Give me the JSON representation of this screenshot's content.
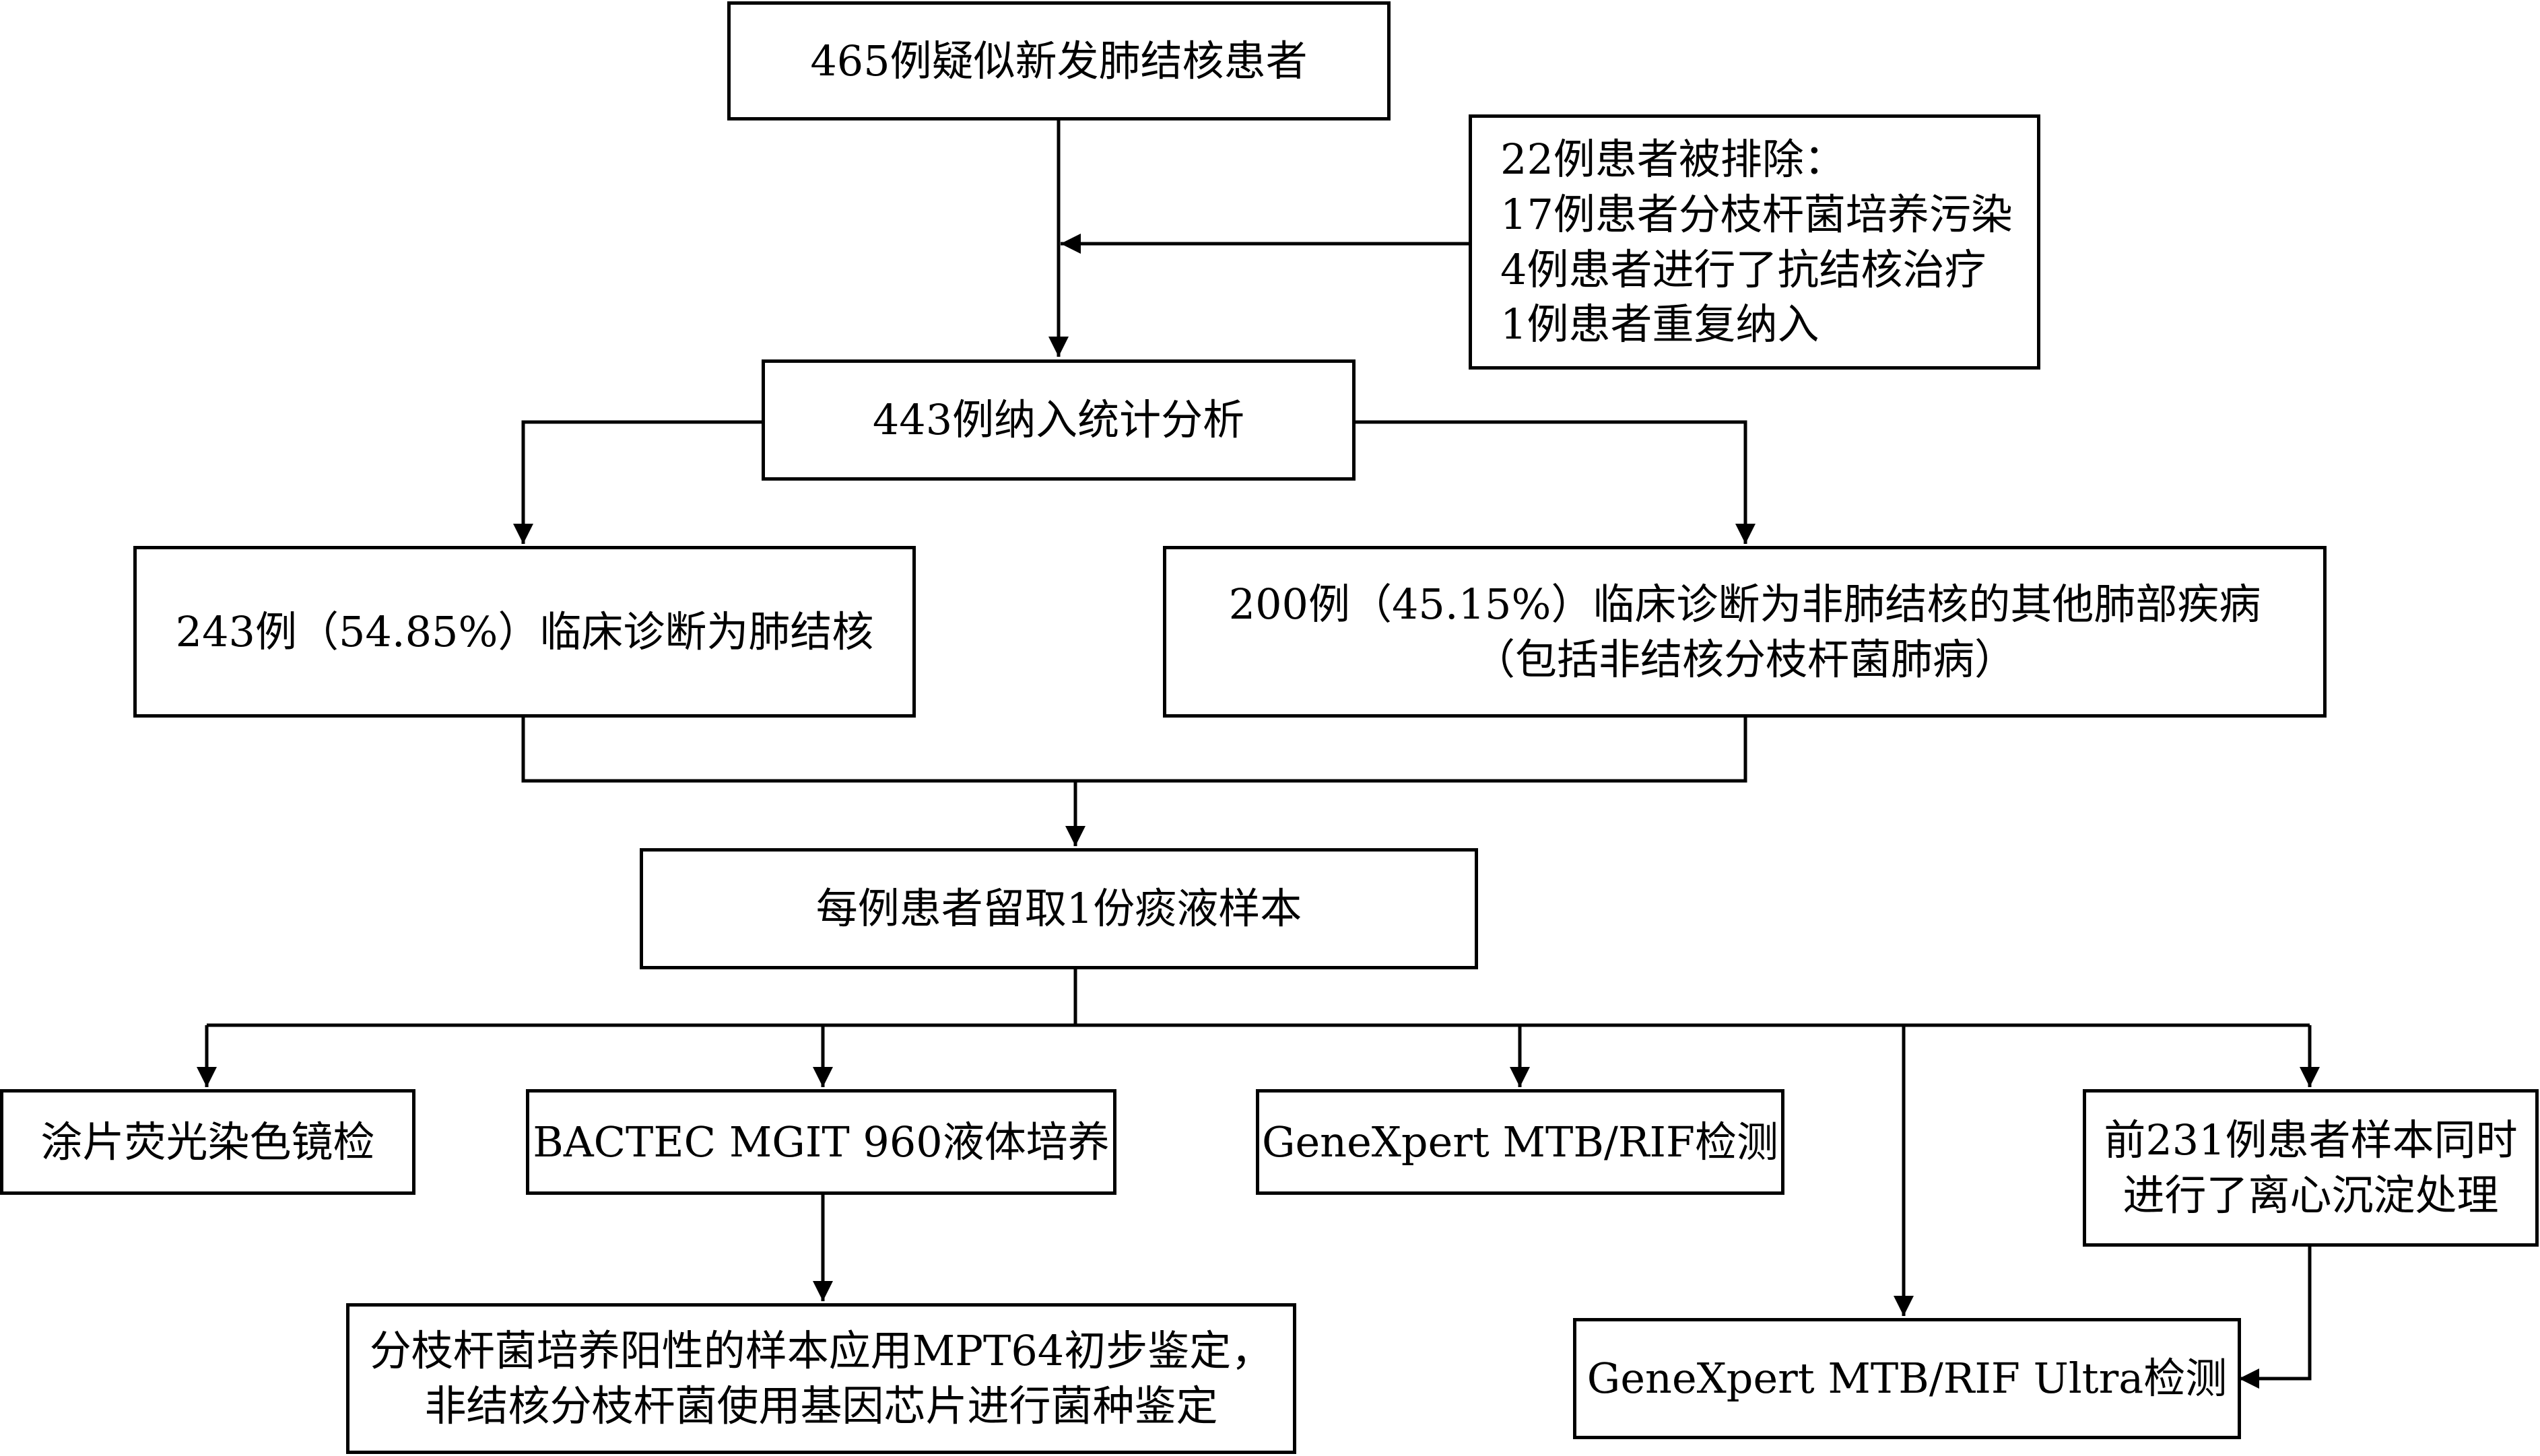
{
  "nodes": {
    "suspected": {
      "lines": [
        "465例疑似新发肺结核患者"
      ]
    },
    "excluded": {
      "lines": [
        "22例患者被排除：",
        "17例患者分枝杆菌培养污染",
        "4例患者进行了抗结核治疗",
        "1例患者重复纳入"
      ]
    },
    "included": {
      "lines": [
        "443例纳入统计分析"
      ]
    },
    "tb": {
      "lines": [
        "243例（54.85%）临床诊断为肺结核"
      ]
    },
    "non_tb": {
      "lines": [
        "200例（45.15%）临床诊断为非肺结核的其他肺部疾病",
        "（包括非结核分枝杆菌肺病）"
      ]
    },
    "sputum": {
      "lines": [
        "每例患者留取1份痰液样本"
      ]
    },
    "smear": {
      "lines": [
        "涂片荧光染色镜检"
      ]
    },
    "mgit": {
      "lines": [
        "BACTEC MGIT 960液体培养"
      ]
    },
    "xpert": {
      "lines": [
        "GeneXpert MTB/RIF检测"
      ]
    },
    "centrifuge": {
      "lines": [
        "前231例患者样本同时",
        "进行了离心沉淀处理"
      ]
    },
    "identification": {
      "lines": [
        "分枝杆菌培养阳性的样本应用MPT64初步鉴定，",
        "非结核分枝杆菌使用基因芯片进行菌种鉴定"
      ]
    },
    "ultra": {
      "lines": [
        "GeneXpert MTB/RIF Ultra检测"
      ]
    }
  }
}
